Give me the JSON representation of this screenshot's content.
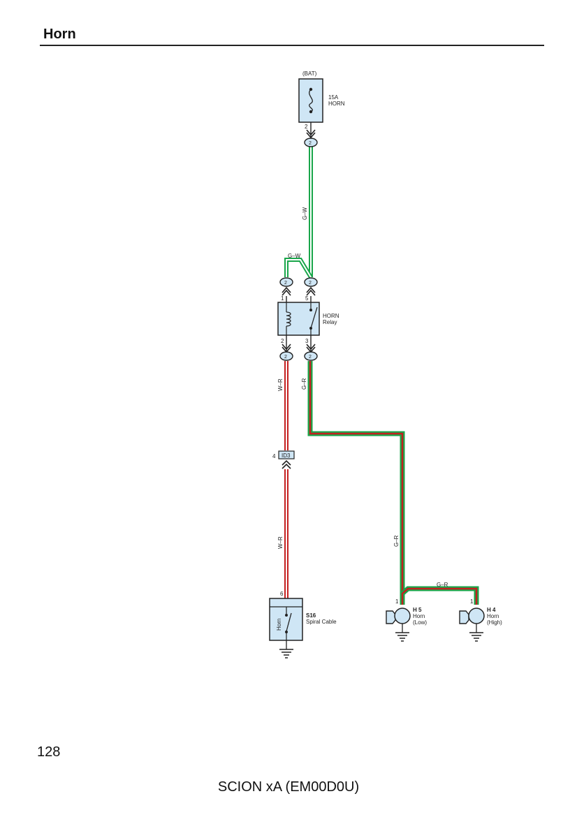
{
  "page": {
    "title": "Horn",
    "page_number": "128",
    "footer": "SCION xA (EM00D0U)"
  },
  "colors": {
    "component_fill": "#cfe6f5",
    "wire_green_white_stripe": "#19a64a",
    "wire_red_stripe": "#c42020",
    "wire_core": "#ffffff",
    "outline": "#222222"
  },
  "fuse": {
    "source": "(BAT)",
    "rating": "15A",
    "name": "HORN",
    "pin": "2",
    "connector": "2"
  },
  "relay": {
    "name_line1": "HORN",
    "name_line2": "Relay",
    "pin_coil_in": "1",
    "pin_switch_in": "5",
    "pin_coil_out": "2",
    "pin_switch_out": "3",
    "connectors": [
      "2",
      "2",
      "2",
      "2"
    ]
  },
  "wires": {
    "feed": "G–W",
    "branch": "G–W",
    "coil_to_id3": "W–R",
    "id3_to_s16": "W–R",
    "relay_out": "G–R",
    "to_horns_vertical": "G–R",
    "horn_branch": "G–R"
  },
  "id3": {
    "label": "ID3",
    "pin": "4"
  },
  "spiral_cable": {
    "code": "S16",
    "name": "Spiral Cable",
    "switch_label": "Horn",
    "pin": "6"
  },
  "horn_low": {
    "code": "H 5",
    "name": "Horn",
    "variant": "(Low)",
    "pin": "1"
  },
  "horn_high": {
    "code": "H 4",
    "name": "Horn",
    "variant": "(High)",
    "pin": "1"
  }
}
